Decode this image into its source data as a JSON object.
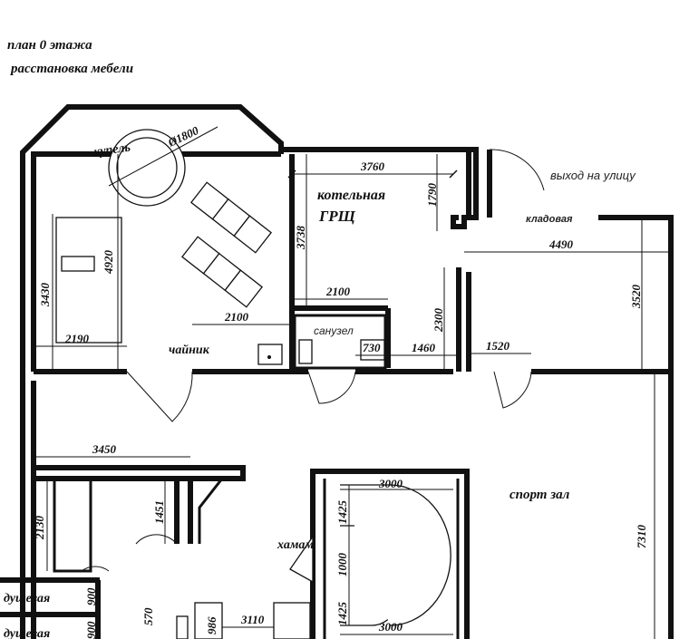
{
  "title": {
    "line1": "план 0 этажа",
    "line2": "расстановка мебели"
  },
  "rooms": {
    "kotelnaya": "котельная",
    "grsch": "ГРЩ",
    "sanuzel": "санузел",
    "kladovaya": "кладовая",
    "vyhod": "выход на улицу",
    "sport_zal": "спорт зал",
    "hamam": "хамам",
    "chaynik": "чайник",
    "kupel": "купель",
    "dushevaya_1": "душевая",
    "dushevaya_2": "душевая"
  },
  "dimensions": {
    "d_1800": "Ø1800",
    "d_3760": "3760",
    "d_1790": "1790",
    "d_3738": "3738",
    "d_4920": "4920",
    "d_3430": "3430",
    "d_2190": "2190",
    "d_2100_upper": "2100",
    "d_2100_lower": "2100",
    "d_4490": "4490",
    "d_3520": "3520",
    "d_2300": "2300",
    "d_1460": "1460",
    "d_730": "730",
    "d_1520": "1520",
    "d_3450": "3450",
    "d_2130": "2130",
    "d_1451": "1451",
    "d_3000_top": "3000",
    "d_1425_top": "1425",
    "d_1000": "1000",
    "d_1425_bottom": "1425",
    "d_3000_bottom": "3000",
    "d_7310": "7310",
    "d_900_1": "900",
    "d_900_2": "900",
    "d_570": "570",
    "d_986": "986",
    "d_3110": "3110"
  },
  "colors": {
    "wall": "#111111",
    "background": "#ffffff"
  }
}
